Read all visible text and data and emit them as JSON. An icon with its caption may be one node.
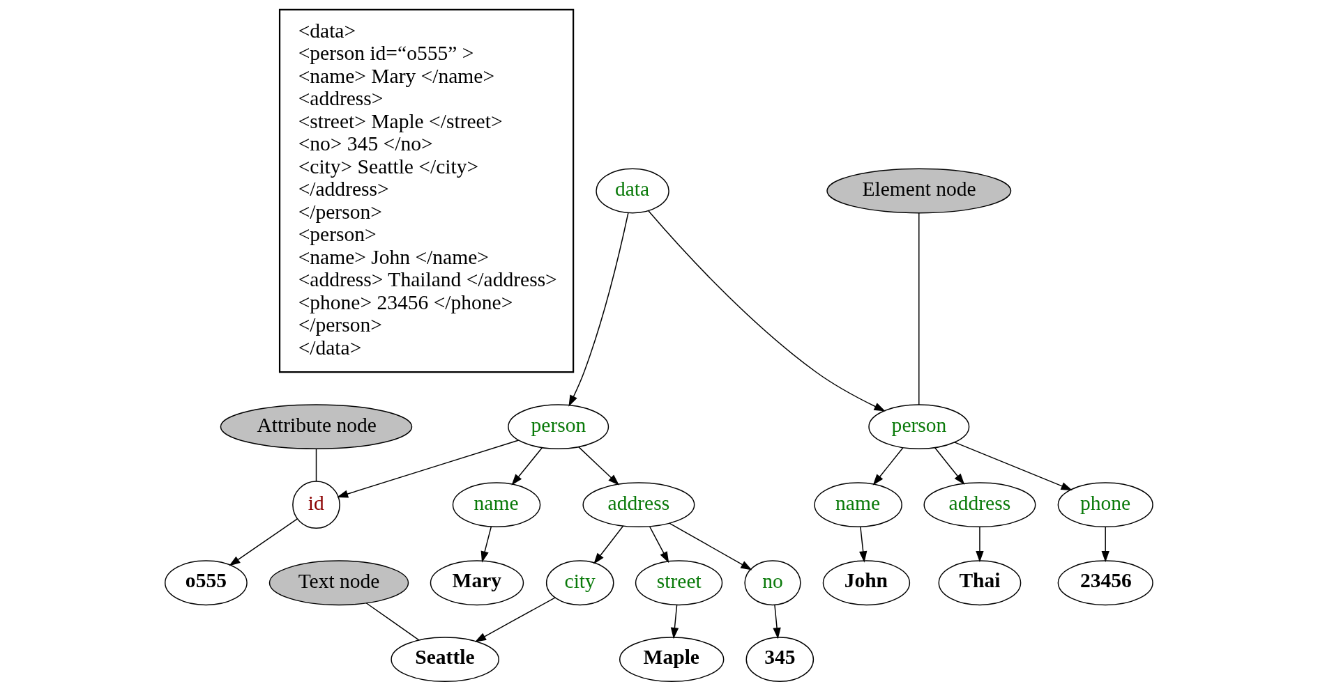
{
  "diagram": {
    "nodes": [
      {
        "text": [
          "<data>",
          "<person id=“o555” >",
          "<name> Mary </name>",
          "<address>",
          "<street> Maple </street>",
          "<no> 345 </no>",
          "<city> Seattle </city>",
          "</address>",
          "</person>",
          "<person>",
          "<name> John </name>",
          "<address> Thailand </address>",
          "<phone> 23456 </phone>",
          "</person>",
          "</data>"
        ]
      },
      {
        "text": [
          "Attribute node"
        ]
      },
      {
        "text": [
          "data"
        ]
      },
      {
        "text": [
          "Element node"
        ]
      },
      {
        "text": [
          "person"
        ]
      },
      {
        "text": [
          "person"
        ]
      },
      {
        "text": [
          "id"
        ]
      },
      {
        "text": [
          "name"
        ]
      },
      {
        "text": [
          "address"
        ]
      },
      {
        "text": [
          "name"
        ]
      },
      {
        "text": [
          "address"
        ]
      },
      {
        "text": [
          "phone"
        ]
      },
      {
        "text": [
          "o555"
        ]
      },
      {
        "text": [
          "Mary"
        ]
      },
      {
        "text": [
          "street"
        ]
      },
      {
        "text": [
          "no"
        ]
      },
      {
        "text": [
          "city"
        ]
      },
      {
        "text": [
          "John"
        ]
      },
      {
        "text": [
          "Thai"
        ]
      },
      {
        "text": [
          "23456"
        ]
      },
      {
        "text": [
          "Maple"
        ]
      },
      {
        "text": [
          "345"
        ]
      },
      {
        "text": [
          "Seattle"
        ]
      },
      {
        "text": [
          "Text node"
        ]
      }
    ],
    "edges": [
      {
        "from": 2,
        "to": 4,
        "arrow": "to"
      },
      {
        "from": 2,
        "to": 5,
        "arrow": "to"
      },
      {
        "from": 4,
        "to": 6,
        "arrow": "to"
      },
      {
        "from": 4,
        "to": 7,
        "arrow": "to"
      },
      {
        "from": 4,
        "to": 8,
        "arrow": "to"
      },
      {
        "from": 5,
        "to": 9,
        "arrow": "to"
      },
      {
        "from": 5,
        "to": 10,
        "arrow": "to"
      },
      {
        "from": 5,
        "to": 11,
        "arrow": "to"
      },
      {
        "from": 6,
        "to": 12,
        "arrow": "to"
      },
      {
        "from": 7,
        "to": 13,
        "arrow": "to"
      },
      {
        "from": 8,
        "to": 14,
        "arrow": "to"
      },
      {
        "from": 8,
        "to": 15,
        "arrow": "to"
      },
      {
        "from": 8,
        "to": 16,
        "arrow": "to"
      },
      {
        "from": 9,
        "to": 17,
        "arrow": "to"
      },
      {
        "from": 10,
        "to": 18,
        "arrow": "to"
      },
      {
        "from": 11,
        "to": 19,
        "arrow": "to"
      },
      {
        "from": 14,
        "to": 20,
        "arrow": "to"
      },
      {
        "from": 15,
        "to": 21,
        "arrow": "to"
      },
      {
        "from": 16,
        "to": 22,
        "arrow": "to"
      },
      {
        "from": 1,
        "to": 6,
        "arrow": "none"
      },
      {
        "from": 3,
        "to": 5,
        "arrow": "none"
      },
      {
        "from": 23,
        "to": 22,
        "arrow": "none"
      }
    ]
  }
}
